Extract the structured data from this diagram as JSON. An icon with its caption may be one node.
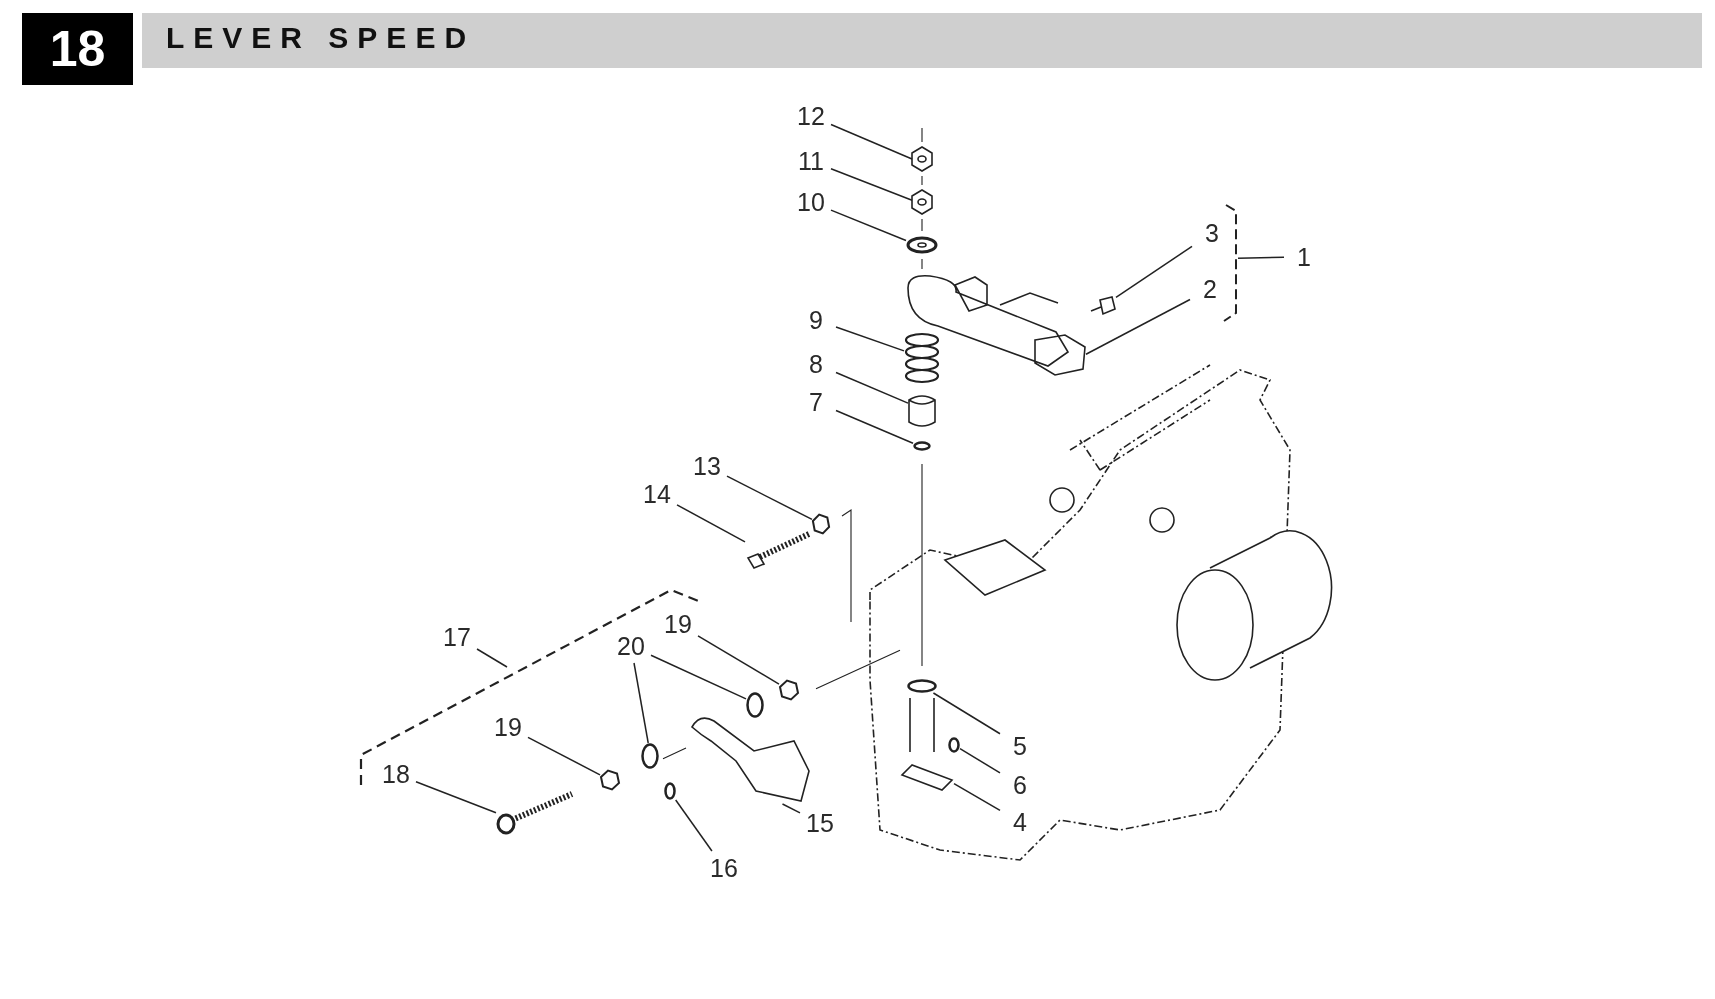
{
  "diagram": {
    "title": "LEVER SPEED",
    "nodes": [
      {
        "text": [
          "12"
        ]
      },
      {
        "text": [
          "11"
        ]
      },
      {
        "text": [
          "10"
        ]
      },
      {
        "text": [
          "9"
        ]
      },
      {
        "text": [
          "8"
        ]
      },
      {
        "text": [
          "7"
        ]
      },
      {
        "text": [
          "3"
        ]
      },
      {
        "text": [
          "2"
        ]
      },
      {
        "text": [
          "1"
        ]
      },
      {
        "text": [
          "13"
        ]
      },
      {
        "text": [
          "14"
        ]
      },
      {
        "text": [
          "17"
        ]
      },
      {
        "text": [
          "20"
        ]
      },
      {
        "text": [
          "19"
        ]
      },
      {
        "text": [
          "19"
        ]
      },
      {
        "text": [
          "18"
        ]
      },
      {
        "text": [
          "16"
        ]
      },
      {
        "text": [
          "15"
        ]
      },
      {
        "text": [
          "5"
        ]
      },
      {
        "text": [
          "6"
        ]
      },
      {
        "text": [
          "4"
        ]
      },
      {
        "text": [],
        "shape": "picture"
      },
      {
        "text": [],
        "shape": "picture"
      },
      {
        "text": [],
        "shape": "picture"
      },
      {
        "text": [],
        "shape": "picture"
      },
      {
        "text": [],
        "shape": "picture"
      },
      {
        "text": [],
        "shape": "circle"
      },
      {
        "text": [],
        "shape": "picture"
      },
      {
        "text": [],
        "shape": "picture"
      },
      {
        "text": [],
        "shape": "hexagon"
      },
      {
        "text": [],
        "shape": "picture"
      },
      {
        "text": [],
        "shape": "circle"
      },
      {
        "text": [],
        "shape": "circle"
      },
      {
        "text": [],
        "shape": "hexagon"
      },
      {
        "text": [],
        "shape": "hexagon"
      },
      {
        "text": [],
        "shape": "picture"
      },
      {
        "text": [],
        "shape": "circle"
      },
      {
        "text": [],
        "shape": "picture"
      },
      {
        "text": [],
        "shape": "circle"
      },
      {
        "text": [],
        "shape": "circle"
      },
      {
        "text": [],
        "shape": "picture"
      },
      {
        "text": [],
        "shape": "bracket"
      }
    ],
    "edges": [
      {
        "from": 0,
        "to": 21,
        "arrow": "none"
      },
      {
        "from": 1,
        "to": 22,
        "arrow": "none"
      },
      {
        "from": 2,
        "to": 23,
        "arrow": "none"
      },
      {
        "from": 3,
        "to": 24,
        "arrow": "none"
      },
      {
        "from": 4,
        "to": 25,
        "arrow": "none"
      },
      {
        "from": 5,
        "to": 26,
        "arrow": "none"
      },
      {
        "from": 6,
        "to": 27,
        "arrow": "none"
      },
      {
        "from": 7,
        "to": 28,
        "arrow": "none"
      },
      {
        "from": 8,
        "to": 41,
        "arrow": "none"
      },
      {
        "from": 9,
        "to": 29,
        "arrow": "none"
      },
      {
        "from": 10,
        "to": 30,
        "arrow": "none"
      },
      {
        "from": 11,
        "to": null,
        "arrow": "none"
      },
      {
        "from": 12,
        "to": 31,
        "arrow": "none"
      },
      {
        "from": 12,
        "to": 32,
        "arrow": "none"
      },
      {
        "from": 13,
        "to": 33,
        "arrow": "none"
      },
      {
        "from": 14,
        "to": 34,
        "arrow": "none"
      },
      {
        "from": 15,
        "to": 35,
        "arrow": "none"
      },
      {
        "from": 16,
        "to": 36,
        "arrow": "none"
      },
      {
        "from": 17,
        "to": 37,
        "arrow": "none"
      },
      {
        "from": 18,
        "to": 38,
        "arrow": "none"
      },
      {
        "from": 19,
        "to": 39,
        "arrow": "none"
      },
      {
        "from": 20,
        "to": 40,
        "arrow": "none"
      }
    ],
    "labels": [
      "18"
    ]
  }
}
